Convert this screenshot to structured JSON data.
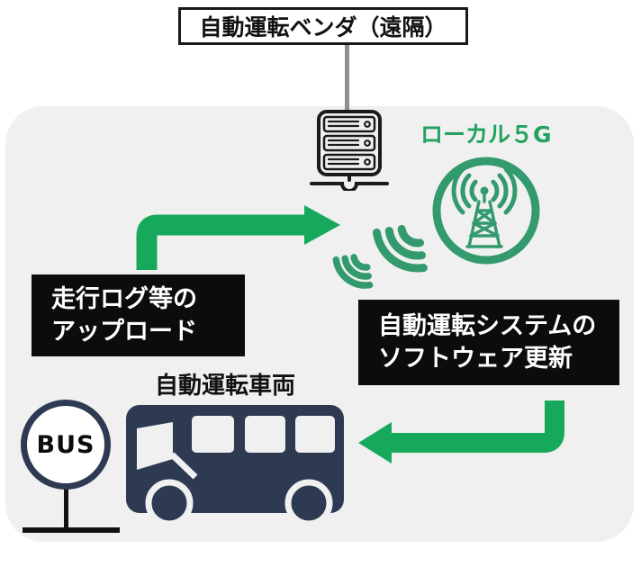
{
  "colors": {
    "panel_bg": "#f0f0f0",
    "arrow_green": "#17a95b",
    "icon_green": "#339a6e",
    "label_green": "#23a25f",
    "navy": "#2d3a52",
    "box_black": "#0c0c0c",
    "line_gray": "#8f8f8f",
    "border_black": "#1a1a1a"
  },
  "vendor_box": {
    "label": "自動運転ベンダ（遠隔）"
  },
  "local_5g": {
    "label": "ローカル５G"
  },
  "upload_box": {
    "line1": "走行ログ等の",
    "line2": "アップロード"
  },
  "update_box": {
    "line1": "自動運転システムの",
    "line2": "ソフトウェア更新"
  },
  "vehicle": {
    "label": "自動運転車両"
  },
  "bus_stop": {
    "label": "BUS"
  },
  "icons": {
    "server": "server-icon",
    "antenna": "local5g-antenna-icon",
    "waves_large": "wifi-waves-large-icon",
    "waves_small": "wifi-waves-small-icon",
    "arrow_upload": "upload-arrow",
    "arrow_update": "update-arrow",
    "bus": "bus-icon",
    "bus_stop_sign": "bus-stop-sign"
  }
}
